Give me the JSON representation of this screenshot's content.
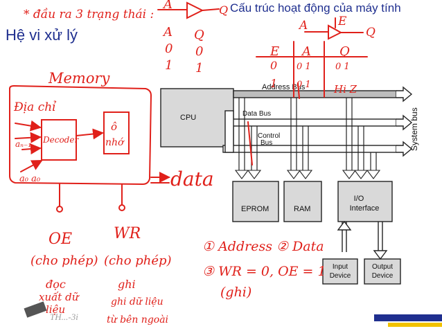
{
  "slide": {
    "title": "Hệ vi xử lý",
    "heading": "Cấu trúc hoạt động của máy tính",
    "footer": "TH...-3i"
  },
  "diagram": {
    "cpu": "CPU",
    "address_bus": "Address Bus",
    "data_bus": "Data Bus",
    "control_bus_line1": "Control",
    "control_bus_line2": "Bus",
    "system_bus": "System bus",
    "eprom": "EPROM",
    "ram": "RAM",
    "io_line1": "I/O",
    "io_line2": "Interface",
    "input_line1": "Input",
    "input_line2": "Device",
    "output_line1": "Output",
    "output_line2": "Device"
  },
  "annotations": {
    "note_top": "* đầu ra 3 trạng thái :",
    "gate1_a": "A",
    "gate1_q": "Q",
    "truth1_a": [
      "A",
      "0",
      "1"
    ],
    "truth1_q": [
      "Q",
      "0",
      "1"
    ],
    "gate2_a": "A",
    "gate2_e": "E",
    "gate2_q": "Q",
    "truth2_e": [
      "E",
      "0",
      "1"
    ],
    "truth2_a": [
      "A",
      "0 1",
      "0 1"
    ],
    "truth2_q": [
      "Q",
      "0 1",
      "Hi Z"
    ],
    "memory": "Memory",
    "address": "Địa chỉ",
    "addr_n": "aₙ₋₁",
    "addr_0": "a₀ a₀",
    "decoder": "Decoder",
    "cell_line1": "ô",
    "cell_line2": "nhớ",
    "data": "data",
    "oe": "OE",
    "oe_desc": "(cho phép)",
    "oe_read": "đọc",
    "oe_out1": "xuất dữ",
    "oe_out2": "liệu",
    "wr": "WR",
    "wr_desc": "(cho phép)",
    "wr_write": "ghi",
    "wr_in1": "ghi dữ liệu",
    "wr_in2": "từ bên ngoài",
    "step1": "① Address  ② Data",
    "step3": "③ WR = 0, OE = 1",
    "step3_note": "(ghi)"
  }
}
